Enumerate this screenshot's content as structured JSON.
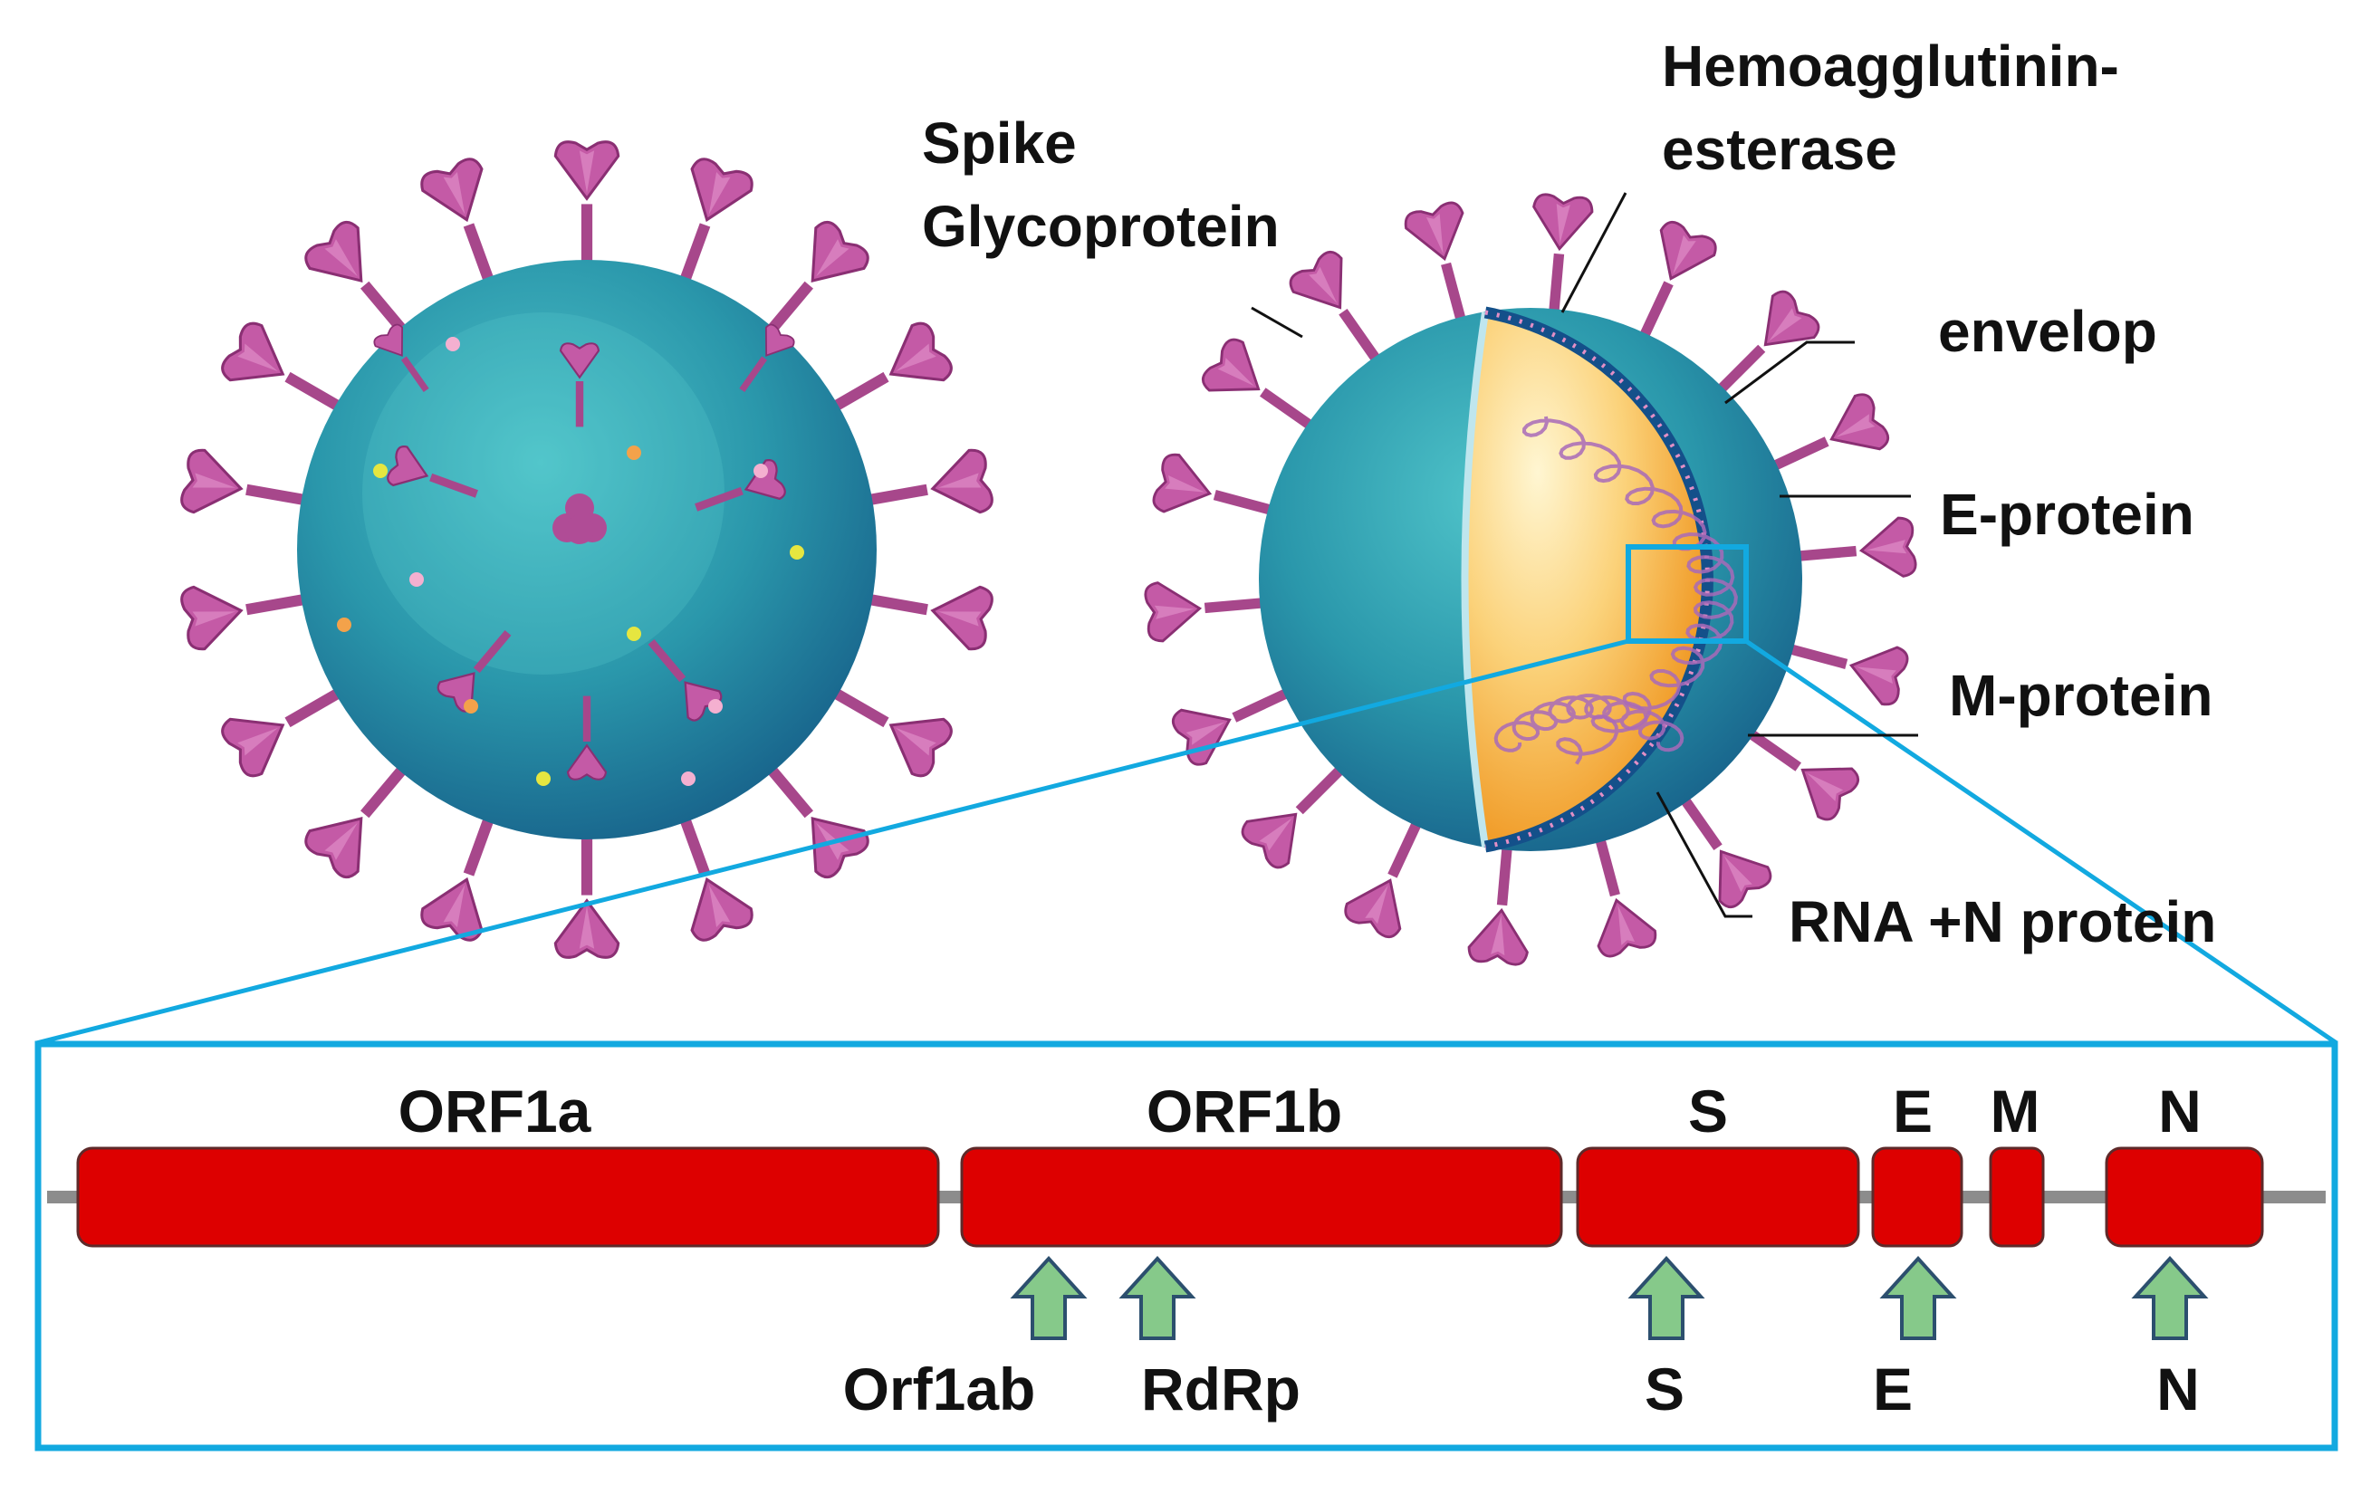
{
  "virion_labels": {
    "spike": [
      "Spike",
      "Glycoprotein"
    ],
    "hemagglutinin": [
      "Hemoagglutinin-",
      "esterase"
    ],
    "envelop": "envelop",
    "e_protein": "E-protein",
    "m_protein": "M-protein",
    "rna_n": "RNA +N protein"
  },
  "genome": {
    "genes": [
      "ORF1a",
      "ORF1b",
      "S",
      "E",
      "M",
      "N"
    ],
    "targets": [
      "Orf1ab",
      "RdRp",
      "S",
      "E",
      "N"
    ]
  },
  "colors": {
    "gene_fill": "#dd0000",
    "arrow_fill": "#86c98a",
    "frame": "#12a9e0",
    "virus_teal": "#2a8fa6",
    "spike_magenta": "#b24a93",
    "core_orange": "#f2a33a"
  }
}
